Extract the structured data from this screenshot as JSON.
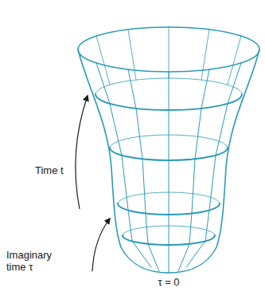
{
  "diagram": {
    "labels": [
      "Time t",
      "Imaginary time τ",
      "τ = 0"
    ]
  }
}
